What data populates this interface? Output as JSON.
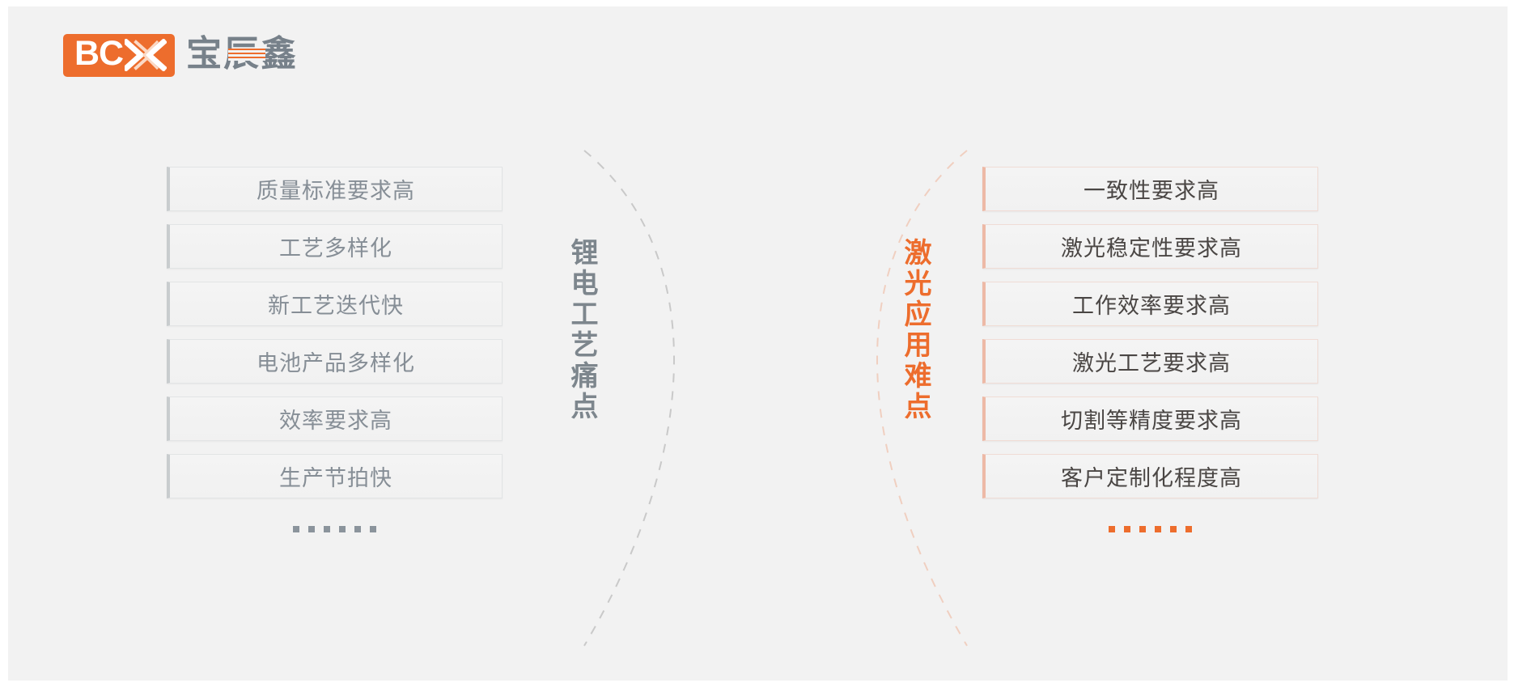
{
  "brand": {
    "mark_text": "BC",
    "mark_icon": "double-chevron-icon",
    "name_cn": "宝辰鑫",
    "accent_color": "#ED6D2D",
    "gray_color": "#77818A"
  },
  "left_panel": {
    "vertical_title": "锂电工艺痛点",
    "title_color": "#7d868d",
    "accent_color": "#c8ccce",
    "items": [
      {
        "label": "质量标准要求高"
      },
      {
        "label": "工艺多样化"
      },
      {
        "label": "新工艺迭代快"
      },
      {
        "label": "电池产品多样化"
      },
      {
        "label": "效率要求高"
      },
      {
        "label": "生产节拍快"
      }
    ],
    "ellipsis_dots": 6,
    "ellipsis_color": "#8b949c"
  },
  "right_panel": {
    "vertical_title": "激光应用难点",
    "title_color": "#ED6D2D",
    "accent_color": "#edb9a6",
    "items": [
      {
        "label": "一致性要求高"
      },
      {
        "label": "激光稳定性要求高"
      },
      {
        "label": "工作效率要求高"
      },
      {
        "label": "激光工艺要求高"
      },
      {
        "label": "切割等精度要求高"
      },
      {
        "label": "客户定制化程度高"
      }
    ],
    "ellipsis_dots": 6,
    "ellipsis_color": "#ED6D2D"
  },
  "decor": {
    "left_arc_color": "#c9c9c9",
    "right_arc_color": "#f0cfc0",
    "background": "#f2f2f2",
    "page_background": "#ffffff"
  }
}
